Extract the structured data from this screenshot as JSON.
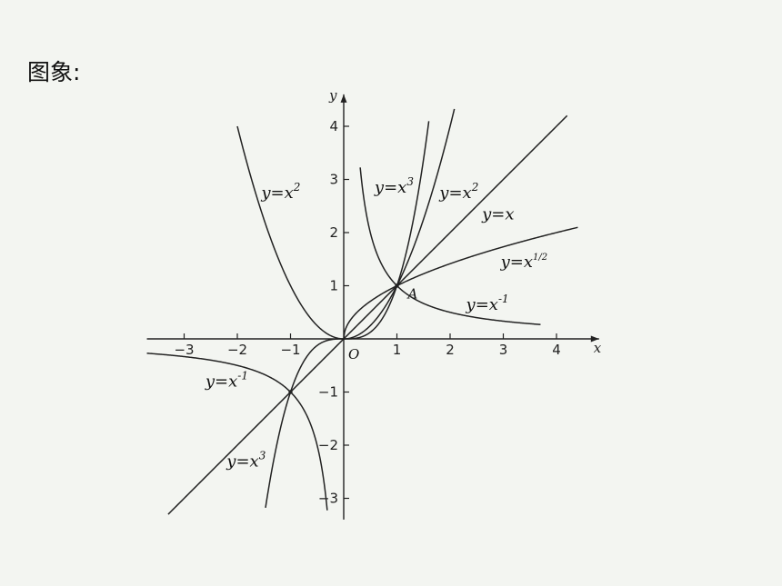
{
  "page": {
    "title": "图象:"
  },
  "chart_data": {
    "type": "line",
    "title": "",
    "xlabel": "x",
    "ylabel": "y",
    "xlim": [
      -3.7,
      4.8
    ],
    "ylim": [
      -3.4,
      4.6
    ],
    "x_ticks": [
      {
        "v": -3,
        "label": "−3"
      },
      {
        "v": -2,
        "label": "−2"
      },
      {
        "v": -1,
        "label": "−1"
      },
      {
        "v": 1,
        "label": "1"
      },
      {
        "v": 2,
        "label": "2"
      },
      {
        "v": 3,
        "label": "3"
      },
      {
        "v": 4,
        "label": "4"
      }
    ],
    "y_ticks": [
      {
        "v": -3,
        "label": "−3"
      },
      {
        "v": -2,
        "label": "−2"
      },
      {
        "v": -1,
        "label": "−1"
      },
      {
        "v": 1,
        "label": "1"
      },
      {
        "v": 2,
        "label": "2"
      },
      {
        "v": 3,
        "label": "3"
      },
      {
        "v": 4,
        "label": "4"
      }
    ],
    "origin_label": "O",
    "series": [
      {
        "name": "y=x",
        "fn": "x",
        "domain": [
          -3.3,
          4.2
        ]
      },
      {
        "name": "y=x²",
        "fn": "x2",
        "domain": [
          -2.0,
          2.08
        ]
      },
      {
        "name": "y=x³",
        "fn": "x3",
        "domain": [
          -1.47,
          1.6
        ]
      },
      {
        "name": "y=x^(1/2)",
        "fn": "sqrt",
        "domain": [
          0,
          4.4
        ]
      },
      {
        "name": "y=x⁻¹",
        "fn": "inv",
        "domain_pos": [
          0.31,
          3.7
        ],
        "domain_neg": [
          -3.7,
          -0.31
        ]
      }
    ],
    "points": [
      {
        "name": "A",
        "x": 1,
        "y": 1
      },
      {
        "name": "",
        "x": -1,
        "y": -1
      }
    ],
    "labels": [
      {
        "id": "x2-left",
        "base": "y=x",
        "sup": "2",
        "x": -1.55,
        "y": 2.65
      },
      {
        "id": "x3-top",
        "base": "y=x",
        "sup": "3",
        "x": 0.58,
        "y": 2.75
      },
      {
        "id": "x2-right",
        "base": "y=x",
        "sup": "2",
        "x": 1.8,
        "y": 2.65
      },
      {
        "id": "x",
        "base": "y=x",
        "sup": "",
        "x": 2.6,
        "y": 2.25
      },
      {
        "id": "sqrt",
        "base": "y=x",
        "sup": "1/2",
        "x": 2.95,
        "y": 1.35
      },
      {
        "id": "inv-right",
        "base": "y=x",
        "sup": "-1",
        "x": 2.3,
        "y": 0.55
      },
      {
        "id": "inv-left",
        "base": "y=x",
        "sup": "-1",
        "x": -2.6,
        "y": -0.9
      },
      {
        "id": "x3-bottom",
        "base": "y=x",
        "sup": "3",
        "x": -2.2,
        "y": -2.4
      }
    ]
  }
}
